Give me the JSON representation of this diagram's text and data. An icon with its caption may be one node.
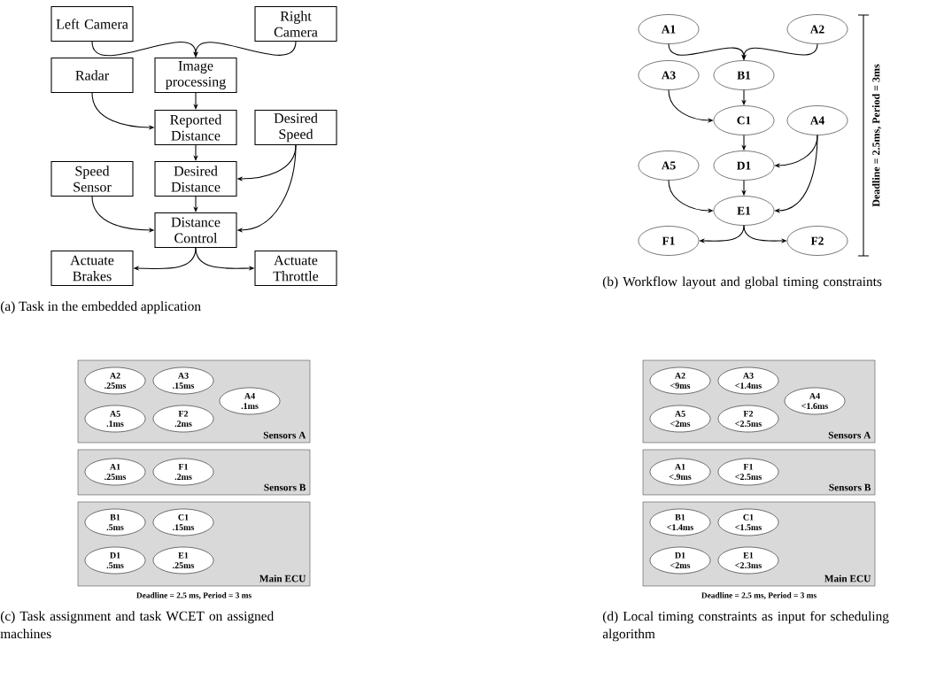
{
  "diagram": {
    "nodes": [
      {
        "text": [
          "Left Camera"
        ]
      },
      {
        "text": [
          "Right Camera"
        ]
      },
      {
        "text": [
          "Radar"
        ]
      },
      {
        "text": [
          "Image processing"
        ]
      },
      {
        "text": [
          "Reported Distance"
        ]
      },
      {
        "text": [
          "Desired Speed"
        ]
      },
      {
        "text": [
          "Speed Sensor"
        ]
      },
      {
        "text": [
          "Desired Distance"
        ]
      },
      {
        "text": [
          "Distance Control"
        ]
      },
      {
        "text": [
          "Actuate Brakes"
        ]
      },
      {
        "text": [
          "Actuate Throttle"
        ]
      },
      {
        "text": [
          "A1"
        ]
      },
      {
        "text": [
          "A2"
        ]
      },
      {
        "text": [
          "A3"
        ]
      },
      {
        "text": [
          "B1"
        ]
      },
      {
        "text": [
          "C1"
        ]
      },
      {
        "text": [
          "A4"
        ]
      },
      {
        "text": [
          "A5"
        ]
      },
      {
        "text": [
          "D1"
        ]
      },
      {
        "text": [
          "E1"
        ]
      },
      {
        "text": [
          "F1"
        ]
      },
      {
        "text": [
          "F2"
        ]
      },
      {
        "text": [
          "Sensors A"
        ]
      },
      {
        "text": [
          "A2",
          ".25ms"
        ],
        "in": 22
      },
      {
        "text": [
          "A3",
          ".15ms"
        ],
        "in": 22
      },
      {
        "text": [
          "A4",
          ".1ms"
        ],
        "in": 22
      },
      {
        "text": [
          "A5",
          ".1ms"
        ],
        "in": 22
      },
      {
        "text": [
          "F2",
          ".2ms"
        ],
        "in": 22
      },
      {
        "text": [
          "Sensors B"
        ]
      },
      {
        "text": [
          "A1",
          ".25ms"
        ],
        "in": 28
      },
      {
        "text": [
          "F1",
          ".2ms"
        ],
        "in": 28
      },
      {
        "text": [
          "Main ECU"
        ]
      },
      {
        "text": [
          "B1",
          ".5ms"
        ],
        "in": 31
      },
      {
        "text": [
          "C1",
          ".15ms"
        ],
        "in": 31
      },
      {
        "text": [
          "D1",
          ".5ms"
        ],
        "in": 31
      },
      {
        "text": [
          "E1",
          ".25ms"
        ],
        "in": 31
      },
      {
        "text": [
          "Sensors A"
        ]
      },
      {
        "text": [
          "A2",
          "<9ms"
        ],
        "in": 36
      },
      {
        "text": [
          "A3",
          "<1.4ms"
        ],
        "in": 36
      },
      {
        "text": [
          "A4",
          "<1.6ms"
        ],
        "in": 36
      },
      {
        "text": [
          "A5",
          "<2ms"
        ],
        "in": 36
      },
      {
        "text": [
          "F2",
          "<2.5ms"
        ],
        "in": 36
      },
      {
        "text": [
          "Sensors B"
        ]
      },
      {
        "text": [
          "A1",
          "<.9ms"
        ],
        "in": 42
      },
      {
        "text": [
          "F1",
          "<2.5ms"
        ],
        "in": 42
      },
      {
        "text": [
          "Main ECU"
        ]
      },
      {
        "text": [
          "B1",
          "<1.4ms"
        ],
        "in": 45
      },
      {
        "text": [
          "C1",
          "<1.5ms"
        ],
        "in": 45
      },
      {
        "text": [
          "D1",
          "<2ms"
        ],
        "in": 45
      },
      {
        "text": [
          "E1",
          "<2.3ms"
        ],
        "in": 45
      }
    ],
    "edges": [
      {
        "from": 0,
        "to": 3,
        "arrow": "to"
      },
      {
        "from": 1,
        "to": 3,
        "arrow": "to"
      },
      {
        "from": 3,
        "to": 4,
        "arrow": "to"
      },
      {
        "from": 2,
        "to": 4,
        "arrow": "to"
      },
      {
        "from": 4,
        "to": 7,
        "arrow": "to"
      },
      {
        "from": 5,
        "to": 7,
        "arrow": "to"
      },
      {
        "from": 5,
        "to": 8,
        "arrow": "to"
      },
      {
        "from": 7,
        "to": 8,
        "arrow": "to"
      },
      {
        "from": 6,
        "to": 8,
        "arrow": "to"
      },
      {
        "from": 8,
        "to": 9,
        "arrow": "to"
      },
      {
        "from": 8,
        "to": 10,
        "arrow": "to"
      },
      {
        "from": 11,
        "to": 14,
        "arrow": "to"
      },
      {
        "from": 12,
        "to": 14,
        "arrow": "to"
      },
      {
        "from": 14,
        "to": 15,
        "arrow": "to"
      },
      {
        "from": 13,
        "to": 15,
        "arrow": "to"
      },
      {
        "from": 15,
        "to": 18,
        "arrow": "to"
      },
      {
        "from": 16,
        "to": 18,
        "arrow": "to"
      },
      {
        "from": 16,
        "to": 19,
        "arrow": "to"
      },
      {
        "from": 18,
        "to": 19,
        "arrow": "to"
      },
      {
        "from": 17,
        "to": 19,
        "arrow": "to"
      },
      {
        "from": 19,
        "to": 20,
        "arrow": "to"
      },
      {
        "from": 19,
        "to": 21,
        "arrow": "to"
      }
    ],
    "labels": [
      "Deadline = 2.5ms, Period = 3ms",
      "(a) Task in the embedded application",
      "(b) Workflow layout and global timing constraints",
      "Deadline = 2.5 ms, Period = 3 ms",
      "Deadline = 2.5 ms, Period = 3 ms",
      "(c) Task assignment and task WCET on assigned machines",
      "(d) Local timing constraints as input for scheduling algorithm"
    ]
  }
}
